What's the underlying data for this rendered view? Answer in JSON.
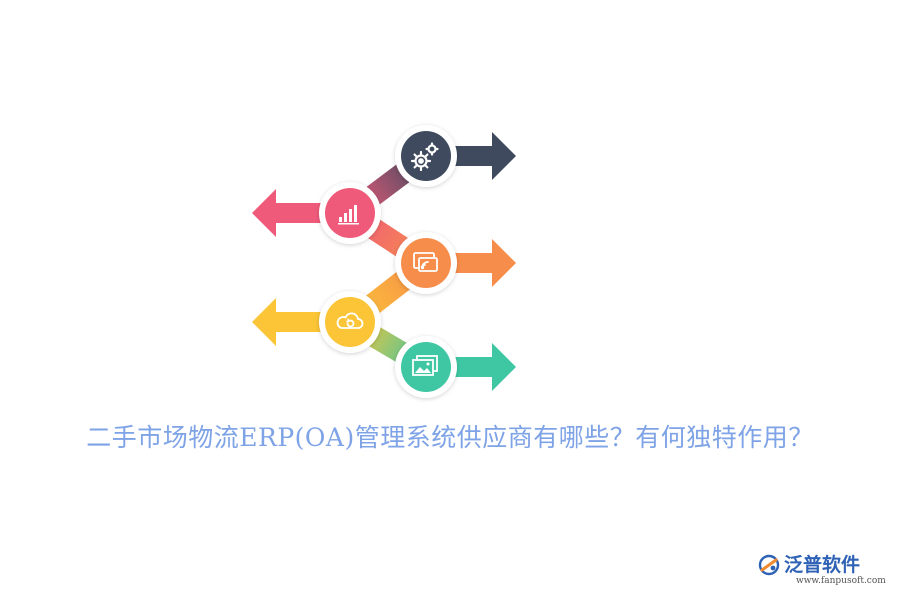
{
  "headline": "二手市场物流ERP(OA)管理系统供应商有哪些？有何独特作用？",
  "brand": {
    "name": "泛普软件",
    "url": "www.fanpusoft.com"
  },
  "colors": {
    "headline": "#7ea3e6",
    "brand": "#2f62b5",
    "step_dark": "#3f4a5e",
    "step_pink": "#ef5a7a",
    "step_orange": "#f78d4b",
    "step_yellow": "#fbc537",
    "step_teal": "#3fc7a4"
  },
  "steps": [
    {
      "icon": "gears-icon",
      "direction": "right",
      "color": "#3f4a5e"
    },
    {
      "icon": "bar-chart-icon",
      "direction": "left",
      "color": "#ef5a7a"
    },
    {
      "icon": "wireless-screen-icon",
      "direction": "right",
      "color": "#f78d4b"
    },
    {
      "icon": "cloud-sync-icon",
      "direction": "left",
      "color": "#fbc537"
    },
    {
      "icon": "image-gallery-icon",
      "direction": "right",
      "color": "#3fc7a4"
    }
  ]
}
